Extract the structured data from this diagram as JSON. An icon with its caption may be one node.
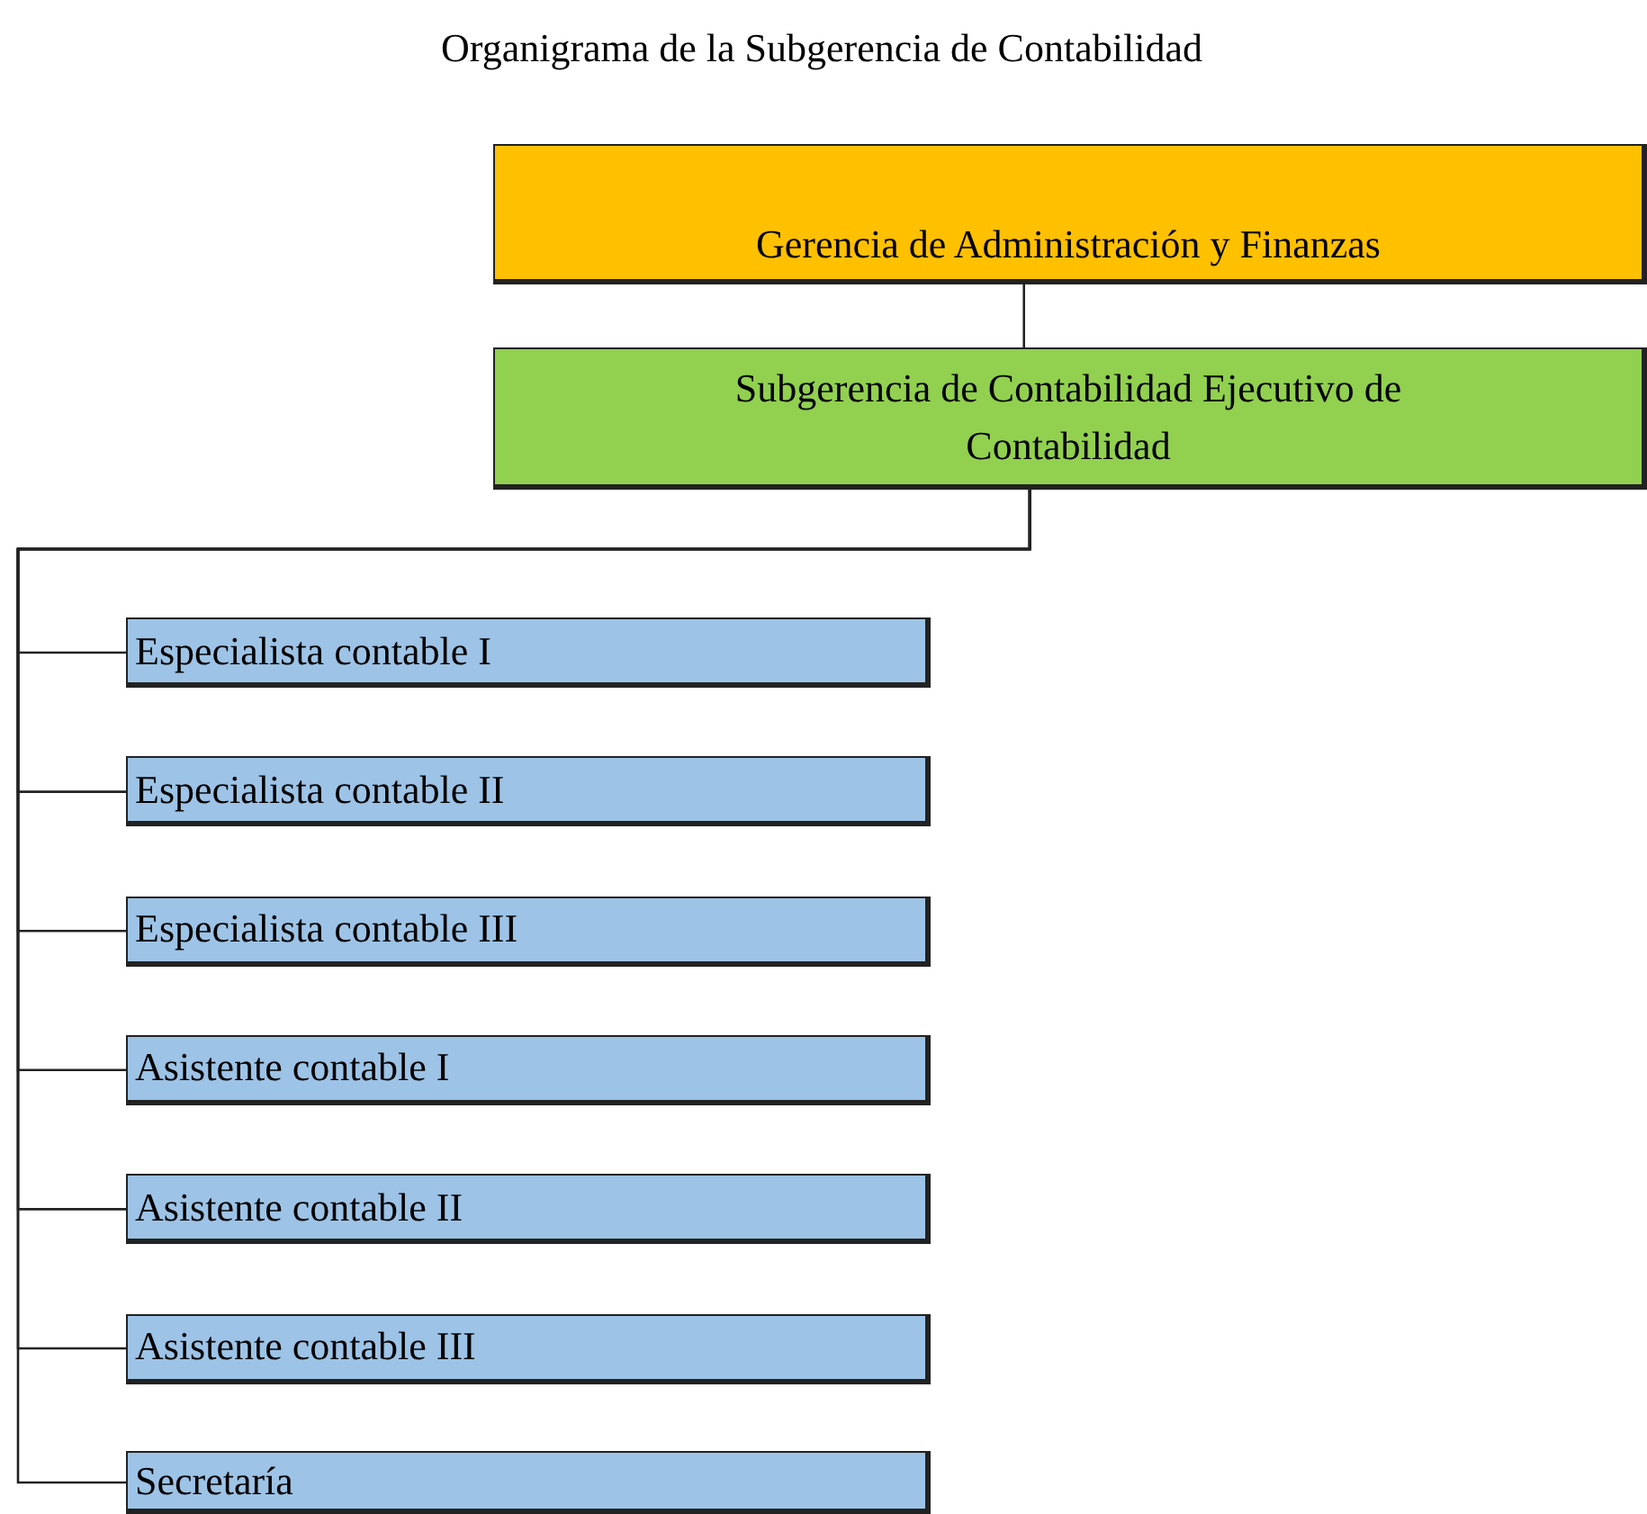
{
  "diagram": {
    "title": "Organigrama de la Subgerencia de Contabilidad",
    "nodes": [
      {
        "text": [
          "Gerencia de Administración y Finanzas"
        ]
      },
      {
        "text": [
          "Subgerencia de Contabilidad Ejecutivo de Contabilidad"
        ]
      },
      {
        "text": [
          "Especialista contable I"
        ]
      },
      {
        "text": [
          "Especialista contable II"
        ]
      },
      {
        "text": [
          "Especialista contable III"
        ]
      },
      {
        "text": [
          "Asistente contable I"
        ]
      },
      {
        "text": [
          "Asistente contable II"
        ]
      },
      {
        "text": [
          "Asistente contable III"
        ]
      },
      {
        "text": [
          "Secretaría"
        ]
      }
    ],
    "edges": [
      {
        "from": 0,
        "to": 1,
        "arrow": "none"
      },
      {
        "from": 1,
        "to": 2,
        "arrow": "none"
      },
      {
        "from": 1,
        "to": 3,
        "arrow": "none"
      },
      {
        "from": 1,
        "to": 4,
        "arrow": "none"
      },
      {
        "from": 1,
        "to": 5,
        "arrow": "none"
      },
      {
        "from": 1,
        "to": 6,
        "arrow": "none"
      },
      {
        "from": 1,
        "to": 7,
        "arrow": "none"
      },
      {
        "from": 1,
        "to": 8,
        "arrow": "none"
      }
    ]
  }
}
